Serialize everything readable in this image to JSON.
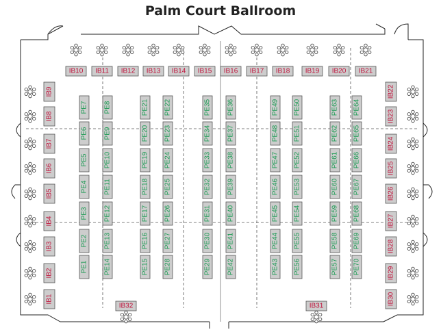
{
  "title": "Palm Court Ballroom",
  "colors": {
    "ib_label": "#c0143c",
    "pe_label": "#1a9a52",
    "booth_fill": "#cdcdcd",
    "booth_stroke": "#555555",
    "wall": "#222222",
    "grid_line": "#555555"
  },
  "icons": {
    "table": "round-table-with-chairs-icon"
  },
  "ib_top": [
    "IB10",
    "IB11",
    "IB12",
    "IB13",
    "IB14",
    "IB15",
    "IB16",
    "IB17",
    "IB18",
    "IB19",
    "IB20",
    "IB21"
  ],
  "ib_left": [
    "IB9",
    "IB8",
    "IB7",
    "IB6",
    "IB5",
    "IB4",
    "IB3",
    "IB2",
    "IB1"
  ],
  "ib_right": [
    "IB22",
    "IB23",
    "IB24",
    "IB25",
    "IB26",
    "IB27",
    "IB28",
    "IB29",
    "IB30"
  ],
  "ib_bottom": [
    "IB32",
    "IB31"
  ],
  "pe_columns": [
    [
      "PE7",
      "PE6",
      "PE5",
      "PE4",
      "PE3",
      "PE2",
      "PE1"
    ],
    [
      "PE8",
      "PE9",
      "PE10",
      "PE11",
      "PE12",
      "PE13",
      "PE14"
    ],
    [
      "PE21",
      "PE20",
      "PE19",
      "PE18",
      "PE17",
      "PE16",
      "PE15"
    ],
    [
      "PE22",
      "PE23",
      "PE24",
      "PE25",
      "PE26",
      "PE27",
      "PE28"
    ],
    [
      "PE35",
      "PE34",
      "PE33",
      "PE32",
      "PE31",
      "PE30",
      "PE29"
    ],
    [
      "PE36",
      "PE37",
      "PE38",
      "PE39",
      "PE40",
      "PE41",
      "PE42"
    ],
    [
      "PE49",
      "PE48",
      "PE47",
      "PE46",
      "PE45",
      "PE44",
      "PE43"
    ],
    [
      "PE50",
      "PE51",
      "PE52",
      "PE53",
      "PE54",
      "PE55",
      "PE56"
    ],
    [
      "PE63",
      "PE62",
      "PE61",
      "PE60",
      "PE59",
      "PE58",
      "PE57"
    ],
    [
      "PE64",
      "PE65",
      "PE66",
      "PE67",
      "PE68",
      "PE69",
      "PE70"
    ]
  ]
}
